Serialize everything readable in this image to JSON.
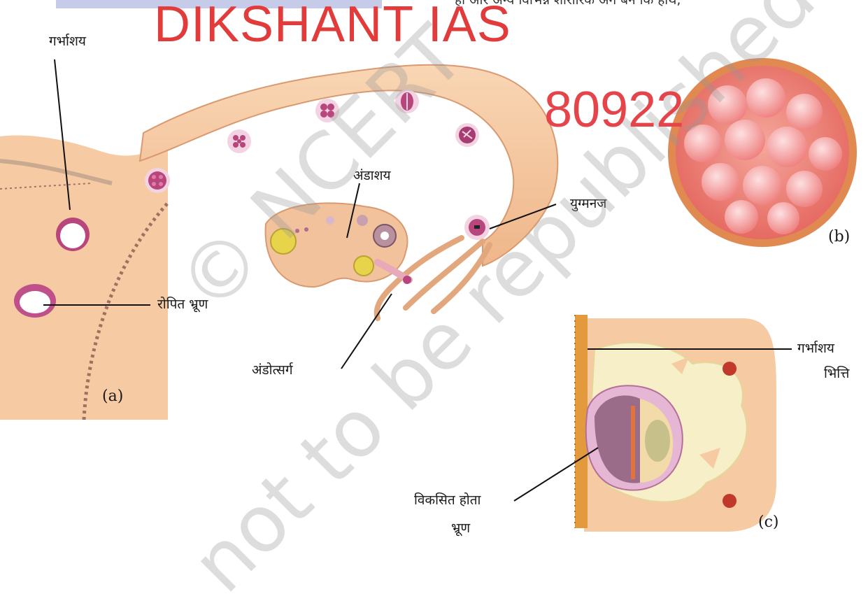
{
  "watermark": {
    "title": "DIKSHANT IAS",
    "number": "80922",
    "copyright": "© NCERT",
    "not_to_be": "not to be republished"
  },
  "top_text": "हो और अन्य विभिन्न शारीरिक अंग बने कि हाथ,",
  "labels": {
    "uterus": "गर्भाशय",
    "ovary": "अंडाशय",
    "zygote": "युग्मनज",
    "implanted_embryo": "रोपित भ्रूण",
    "ovulation": "अंडोत्सर्ग",
    "uterine_wall_1": "गर्भाशय",
    "uterine_wall_2": "भित्ति",
    "developing_embryo_1": "विकसित होता",
    "developing_embryo_2": "भ्रूण"
  },
  "panels": {
    "a": "(a)",
    "b": "(b)",
    "c": "(c)"
  },
  "colors": {
    "tissue": "#f6caa2",
    "tissue_dark": "#e7a77c",
    "lining": "#a07060",
    "cell_pink": "#b8457c",
    "embryo_orange": "#e0733e",
    "watermark_red": "#e23b3b"
  }
}
